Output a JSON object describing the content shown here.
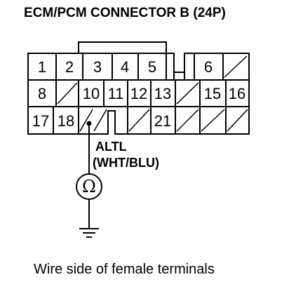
{
  "title": "ECM/PCM CONNECTOR B (24P)",
  "caption": "Wire side of female terminals",
  "wire": {
    "name": "ALTL",
    "color": "(WHT/BLU)"
  },
  "meter": {
    "symbol": "Ω",
    "icon": "ohmmeter-icon"
  },
  "ground": {
    "icon": "ground-icon"
  },
  "connector": {
    "row1": [
      "1",
      "2",
      "3",
      "4",
      "5",
      "",
      "6",
      ""
    ],
    "row2": [
      "8",
      "",
      "10",
      "11",
      "12",
      "13",
      "",
      "15",
      "16"
    ],
    "row3": [
      "17",
      "18",
      "",
      "",
      "",
      "21",
      "",
      "",
      ""
    ]
  }
}
